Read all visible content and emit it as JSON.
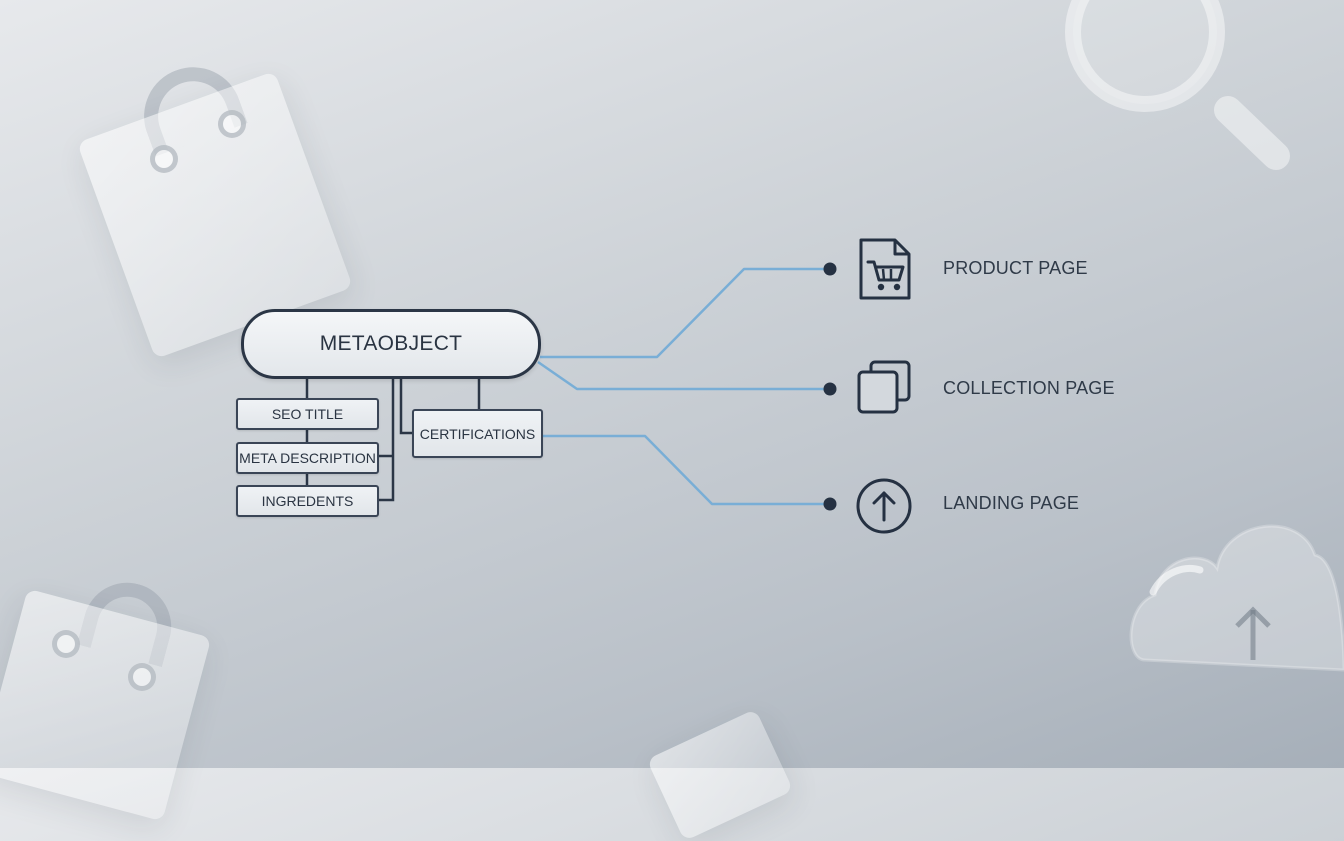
{
  "metaobject": {
    "label": "METAOBJECT"
  },
  "fields": {
    "seo_title": "SEO TITLE",
    "meta_description": "META DESCRIPTION",
    "ingredients": "INGREDENTS",
    "certifications": "CERTIFICATIONS"
  },
  "destinations": [
    {
      "label": "PRODUCT PAGE",
      "icon": "shopping-cart-document-icon"
    },
    {
      "label": "COLLECTION PAGE",
      "icon": "stacked-squares-icon"
    },
    {
      "label": "LANDING PAGE",
      "icon": "arrow-up-circle-icon"
    }
  ],
  "decorations": [
    "shopping-bag-icon",
    "magnifying-glass-icon",
    "cloud-upload-icon"
  ],
  "colors": {
    "outline": "#2b3646",
    "connector": "#79aed6",
    "dot": "#253142",
    "background": "#c4cad1"
  }
}
